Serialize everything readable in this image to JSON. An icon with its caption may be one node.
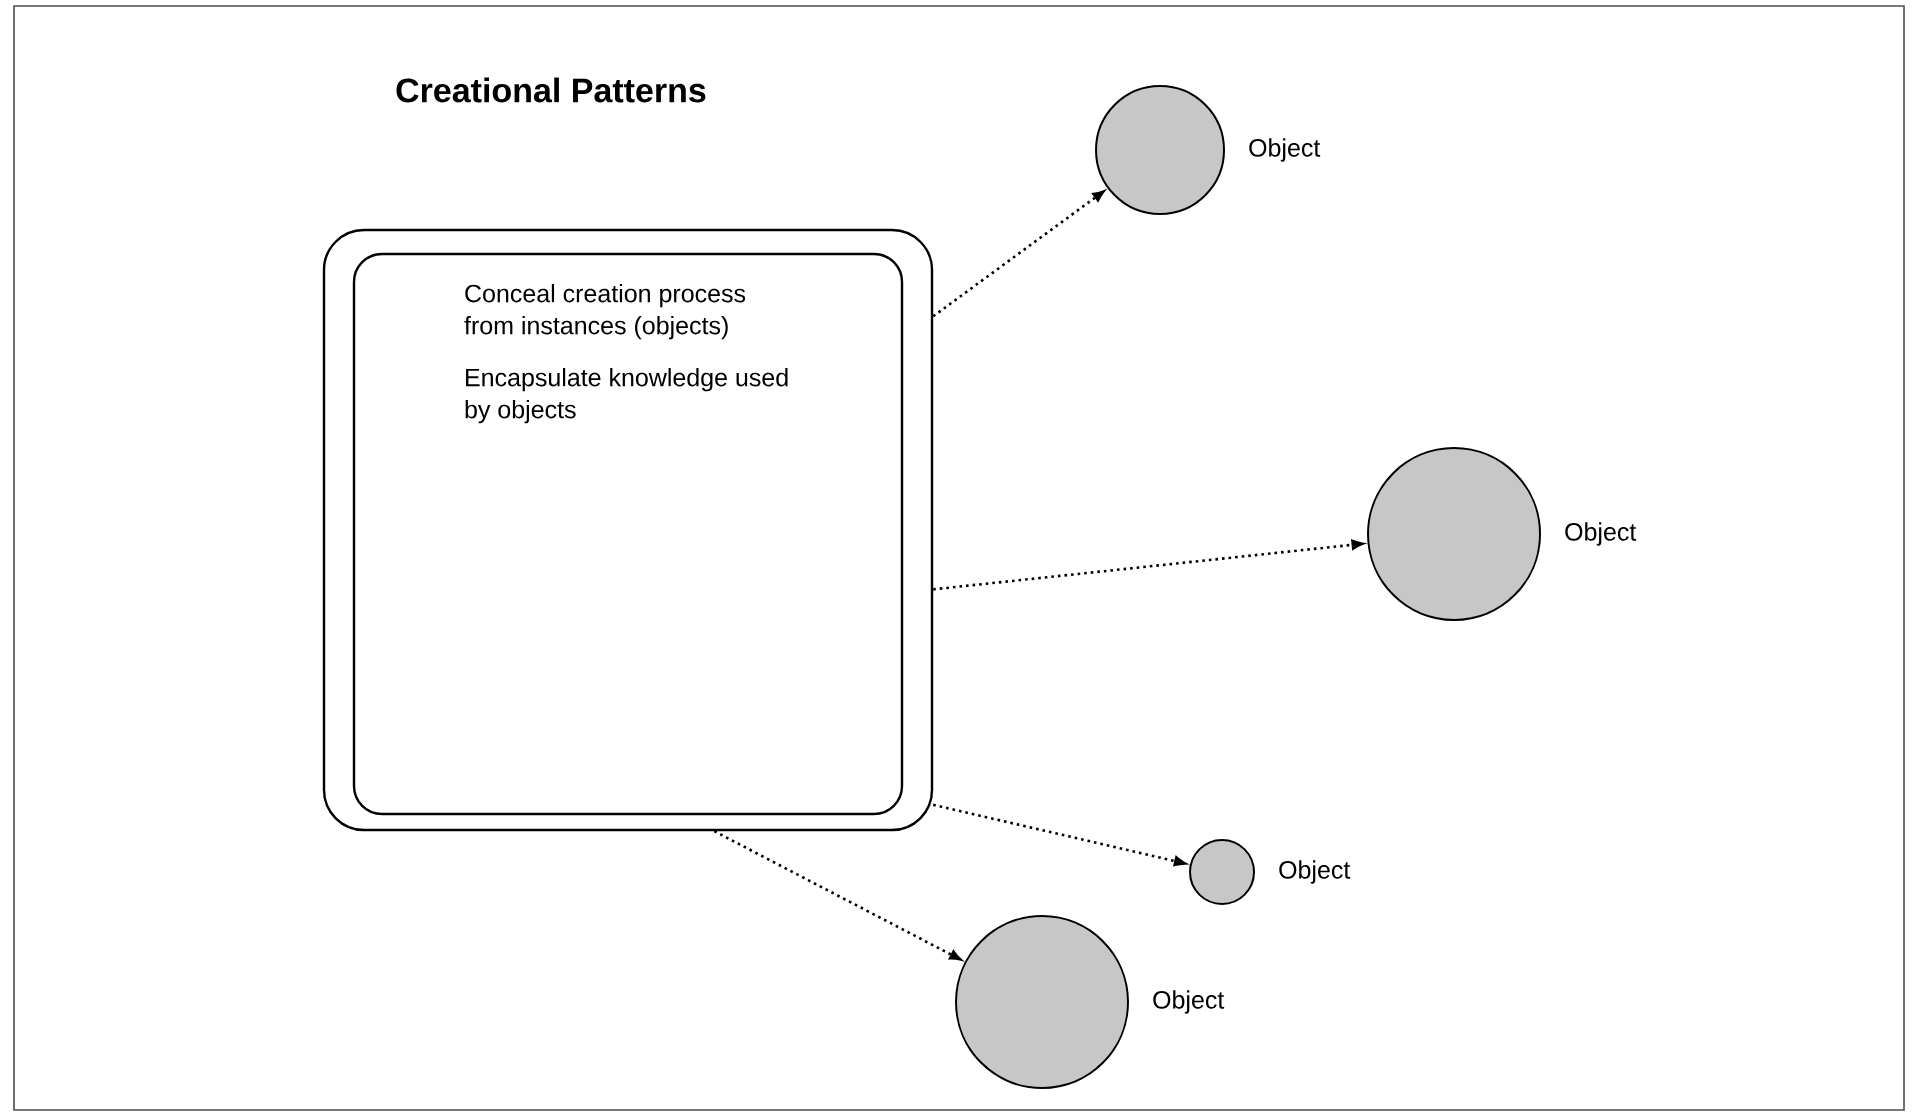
{
  "diagram": {
    "title": "Creational Patterns",
    "nodes": [
      {
        "text": [],
        "shape": "box"
      },
      {
        "text": [
          "Conceal creation process from instances (objects)",
          "Encapsulate knowledge used by objects"
        ],
        "in": 0
      },
      {
        "text": [],
        "shape": "circle",
        "beside": [
          "Object"
        ]
      },
      {
        "text": [],
        "shape": "circle",
        "beside": [
          "Object"
        ]
      },
      {
        "text": [],
        "shape": "circle",
        "beside": [
          "Object"
        ]
      },
      {
        "text": [],
        "shape": "circle",
        "beside": [
          "Object"
        ]
      }
    ],
    "edges": [
      {
        "from": 0,
        "to": 2,
        "arrow": "to"
      },
      {
        "from": 0,
        "to": 3,
        "arrow": "to"
      },
      {
        "from": 0,
        "to": 4,
        "arrow": "to"
      },
      {
        "from": 0,
        "to": 5,
        "arrow": "to"
      }
    ]
  }
}
